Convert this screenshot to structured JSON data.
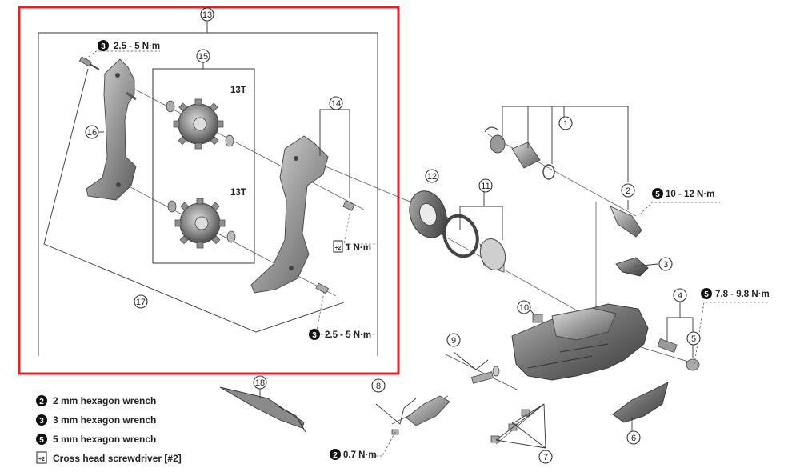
{
  "callouts": {
    "c1": "1",
    "c2": "2",
    "c3": "3",
    "c4": "4",
    "c5": "5",
    "c6": "6",
    "c7": "7",
    "c8": "8",
    "c9": "9",
    "c10": "10",
    "c11": "11",
    "c12": "12",
    "c13": "13",
    "c14": "14",
    "c15": "15",
    "c16": "16",
    "c17": "17",
    "c18": "18"
  },
  "sprockets": {
    "upper_teeth": "13T",
    "lower_teeth": "13T"
  },
  "torque_specs": {
    "cage_top": {
      "tool": "3",
      "value": "2.5 - 5 N·m"
    },
    "cage_bottom": {
      "tool": "3",
      "value": "2.5 - 5 N·m"
    },
    "tension_stopper": {
      "tool": "÷2",
      "value": "1 N·m"
    },
    "mounting_bolt": {
      "tool": "5",
      "value": "10 - 12 N·m"
    },
    "b_tension": {
      "tool": "5",
      "value": "7.8 - 9.8 N·m"
    },
    "cable_fixing": {
      "tool": "2",
      "value": "0.7 N·m"
    }
  },
  "legend": [
    {
      "tool": "2",
      "label": "2 mm hexagon wrench",
      "icon": "hex-badge-icon"
    },
    {
      "tool": "3",
      "label": "3 mm hexagon wrench",
      "icon": "hex-badge-icon"
    },
    {
      "tool": "5",
      "label": "5 mm hexagon wrench",
      "icon": "hex-badge-icon"
    },
    {
      "tool": "÷2",
      "label": "Cross head screwdriver [#2]",
      "icon": "screwdriver-badge-icon"
    }
  ],
  "colors": {
    "highlight_frame": "#d9262b",
    "metal": "#9a9a9a",
    "ink": "#222222"
  }
}
